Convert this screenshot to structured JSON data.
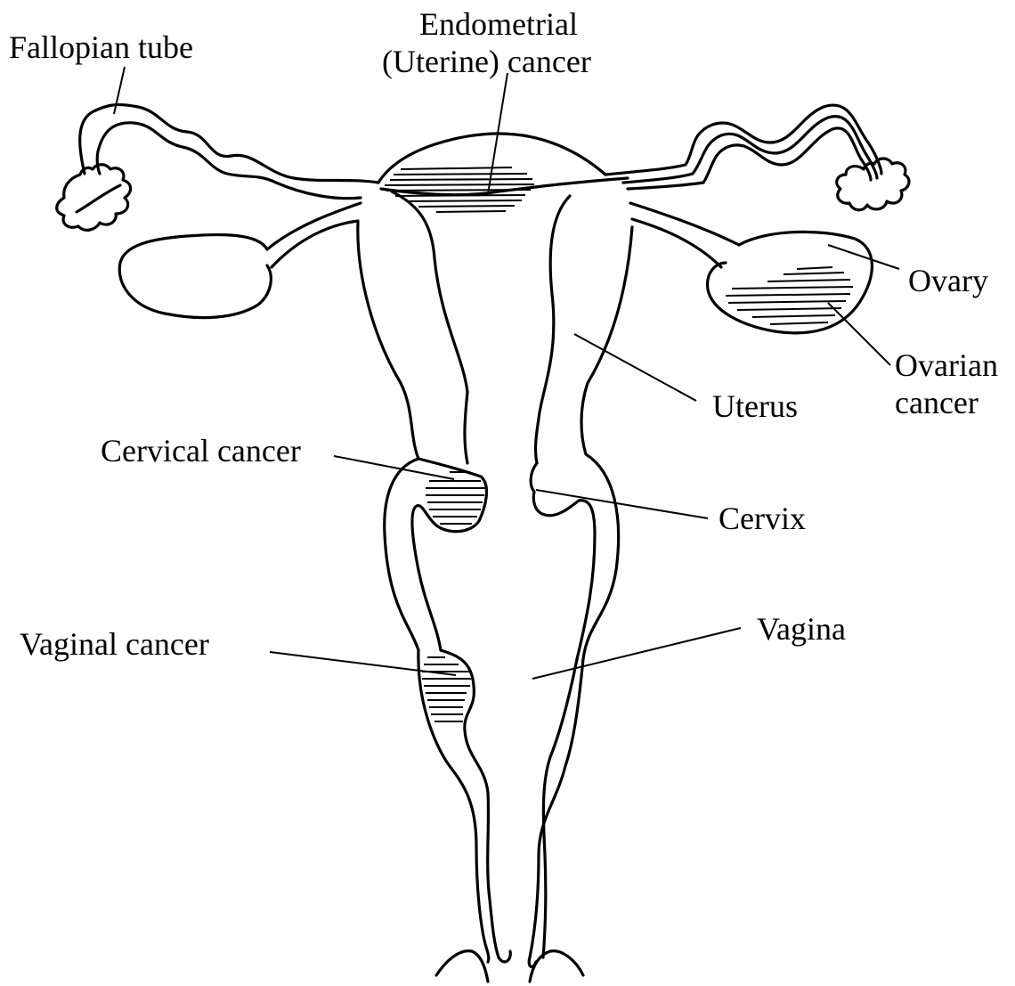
{
  "labels": {
    "fallopian_tube": "Fallopian tube",
    "endometrial_line1": "Endometrial",
    "endometrial_line2": "(Uterine) cancer",
    "ovary": "Ovary",
    "ovarian_cancer_line1": "Ovarian",
    "ovarian_cancer_line2": "cancer",
    "uterus": "Uterus",
    "cervical_cancer": "Cervical cancer",
    "cervix": "Cervix",
    "vaginal_cancer": "Vaginal cancer",
    "vagina": "Vagina"
  },
  "style": {
    "line_color": "#000000",
    "background": "#ffffff"
  }
}
